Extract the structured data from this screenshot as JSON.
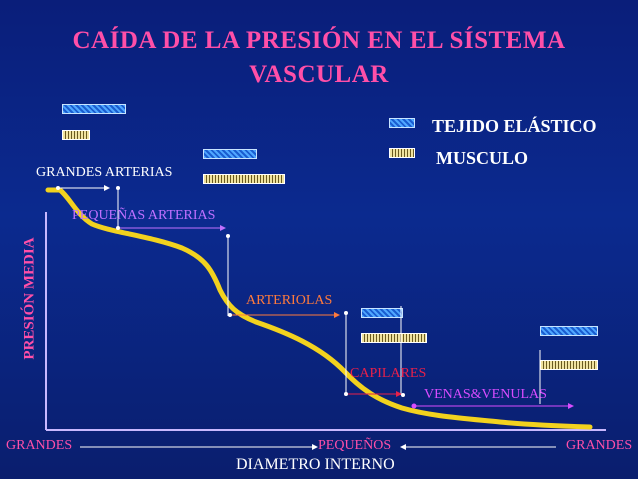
{
  "title": {
    "line1": "CAÍDA DE LA PRESIÓN EN EL SÍSTEMA",
    "line2": "VASCULAR"
  },
  "legend": {
    "elastic": "TEJIDO ELÁSTICO",
    "muscle": "MUSCULO"
  },
  "segments": {
    "grandes_arterias": "GRANDES ARTERIAS",
    "pequenas_arterias": "PEQUEÑAS ARTERIAS",
    "arteriolas": "ARTERIOLAS",
    "capilares": "CAPILARES",
    "venas": "VENAS&VENULAS"
  },
  "axis": {
    "ylabel": "PRESIÓN MEDIA",
    "xlabel": "DIAMETRO INTERNO",
    "x_left": "GRANDES",
    "x_middle": "PEQUEÑOS",
    "x_right": "GRANDES"
  },
  "colors": {
    "title": "#ff4fa8",
    "curve": "#f2d21e",
    "arteriolas": "#ff7a3c",
    "capilares": "#e8204a",
    "venas": "#d84cff",
    "pequenas": "#c070ff"
  }
}
